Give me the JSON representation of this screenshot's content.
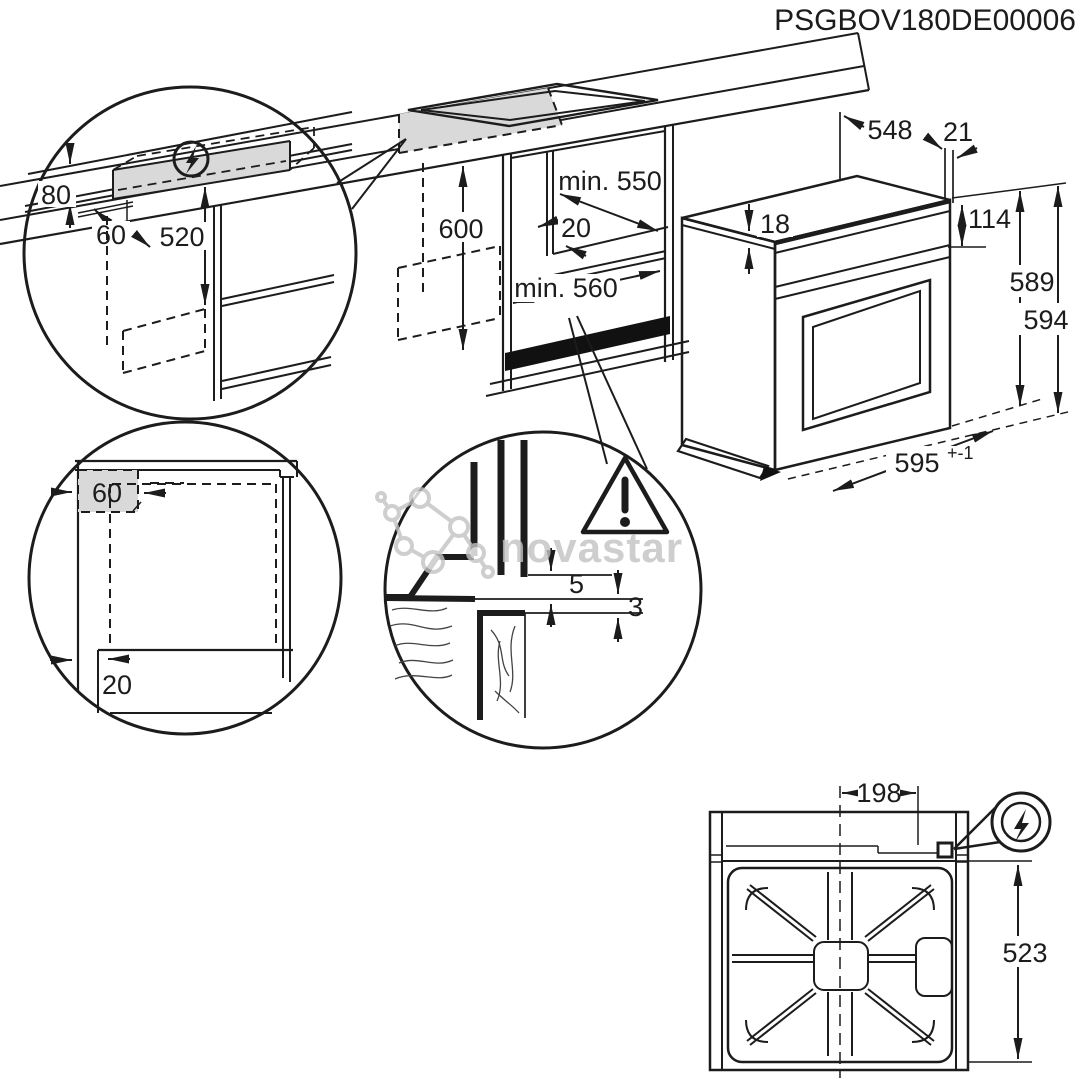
{
  "title": "PSGBOV180DE00006",
  "watermark": "novastar",
  "colors": {
    "line": "#1c1c1c",
    "shade": "#d9d9d9",
    "watermark": "#c3c3c3",
    "black_fill": "#111111"
  },
  "details": {
    "connection": {
      "h80": "80",
      "w60": "60",
      "h520": "520"
    }
  },
  "cabinet": {
    "h600": "600",
    "d550": "min. 550",
    "g20": "20",
    "w560": "min. 560"
  },
  "oven": {
    "d548": "548",
    "g21": "21",
    "t18": "18",
    "p114": "114",
    "h589": "589",
    "h594": "594",
    "w595": "595",
    "tol": "+-1"
  },
  "side": {
    "w60": "60",
    "p20": "20"
  },
  "gap": {
    "g5": "5",
    "g3": "3"
  },
  "rear": {
    "off198": "198",
    "d523": "523"
  }
}
